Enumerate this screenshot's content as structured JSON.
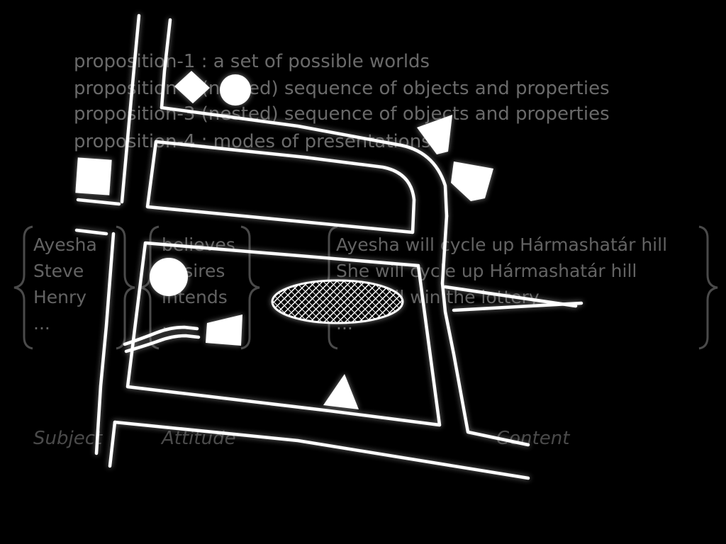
{
  "propositions": [
    "proposition-1 : a set of possible worlds",
    "proposition-2 (nested) sequence of objects and properties",
    "proposition-3 (nested) sequence of objects and properties",
    "proposition-4 : modes of presentations"
  ],
  "columns": {
    "subject": {
      "label": "Subject",
      "items": [
        "Ayesha",
        "Steve",
        "Henry",
        "..."
      ]
    },
    "attitude": {
      "label": "Attitude",
      "items": [
        "believes",
        "desires",
        "intends",
        "..."
      ]
    },
    "content": {
      "label": "Content",
      "items": [
        "Ayesha will cycle up Hármashatár hill",
        "She will cycle up Hármashatár hill",
        "She will win the lottery",
        "..."
      ]
    }
  },
  "colors": {
    "background": "#000000",
    "proposition_text": "#6a6a6a",
    "column_text": "#636363",
    "label_text": "#4a4a4a",
    "map_ink": "#ffffff",
    "glow": "#8a8a8a"
  },
  "icons": [
    "diamond-icon",
    "circle-icon",
    "square-icon",
    "arrow-icon",
    "pentagon-icon",
    "ellipse-hatched-icon",
    "triangle-icon",
    "wavy-line-icon"
  ]
}
